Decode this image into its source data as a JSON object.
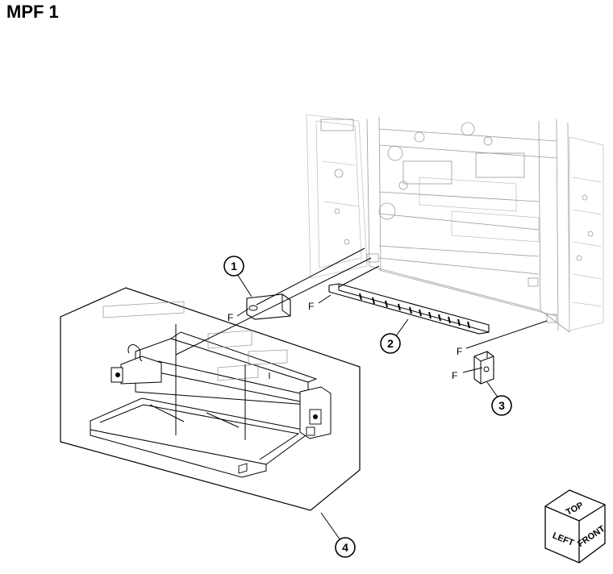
{
  "title": "MPF 1",
  "callouts": [
    {
      "id": "1",
      "label": "1"
    },
    {
      "id": "2",
      "label": "2"
    },
    {
      "id": "3",
      "label": "3"
    },
    {
      "id": "4",
      "label": "4"
    }
  ],
  "fastener_marker": "F",
  "orientation_cube": {
    "top": "TOP",
    "left": "LEFT",
    "front": "FRONT"
  },
  "icons": [
    "orientation-cube-icon"
  ]
}
